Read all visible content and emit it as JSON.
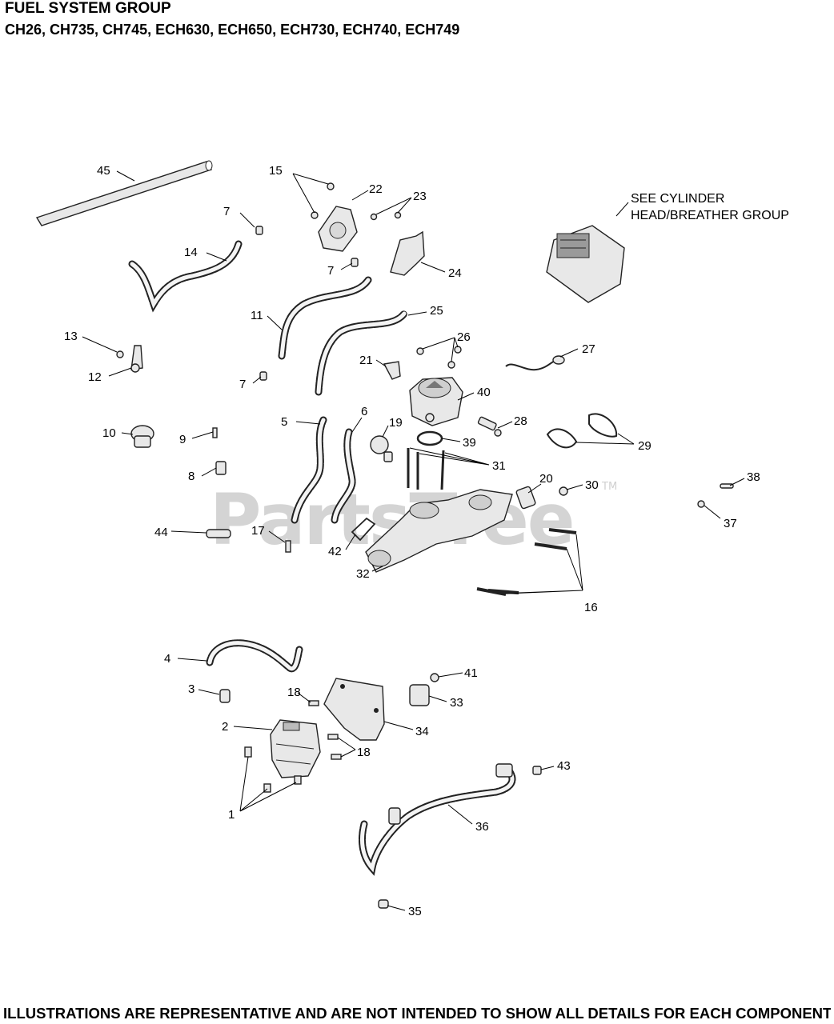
{
  "header": {
    "title": "FUEL SYSTEM GROUP",
    "models": "CH26, CH735, CH745, ECH630,  ECH650,  ECH730, ECH740, ECH749"
  },
  "note": {
    "line1": "SEE CYLINDER",
    "line2": "HEAD/BREATHER GROUP"
  },
  "watermark": {
    "text": "PartsTree",
    "tm": "TM"
  },
  "footer": "ILLUSTRATIONS ARE REPRESENTATIVE AND ARE NOT INTENDED TO SHOW ALL DETAILS FOR EACH COMPONENT",
  "callouts": {
    "c45": "45",
    "c15": "15",
    "c22": "22",
    "c23": "23",
    "c7a": "7",
    "c14": "14",
    "c7b": "7",
    "c24": "24",
    "c11": "11",
    "c25": "25",
    "c13": "13",
    "c12": "12",
    "c26": "26",
    "c21": "21",
    "c27": "27",
    "c7c": "7",
    "c40": "40",
    "c5": "5",
    "c6": "6",
    "c19": "19",
    "c28": "28",
    "c10": "10",
    "c9": "9",
    "c39": "39",
    "c29": "29",
    "c31": "31",
    "c8": "8",
    "c20": "20",
    "c30": "30",
    "c38": "38",
    "c44": "44",
    "c17": "17",
    "c42": "42",
    "c37": "37",
    "c32": "32",
    "c16": "16",
    "c4": "4",
    "c41": "41",
    "c3": "3",
    "c18a": "18",
    "c33": "33",
    "c2": "2",
    "c34": "34",
    "c18b": "18",
    "c43": "43",
    "c1": "1",
    "c36": "36",
    "c35": "35"
  }
}
